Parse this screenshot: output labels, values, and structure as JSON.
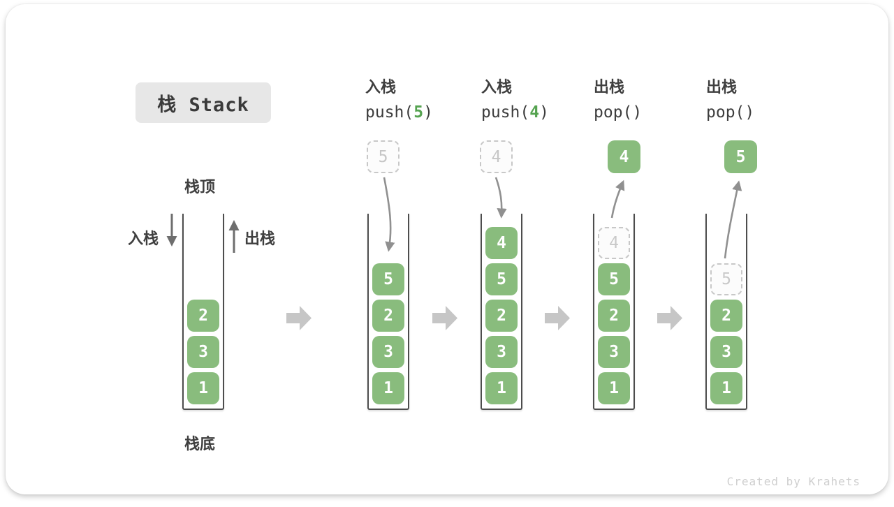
{
  "title": "栈 Stack",
  "watermark": "Created by Krahets",
  "labels": {
    "top": "栈顶",
    "bottom": "栈底",
    "push": "入栈",
    "pop": "出栈"
  },
  "operations": [
    {
      "label": "入栈",
      "code_pre": "push(",
      "code_arg": "5",
      "code_post": ")"
    },
    {
      "label": "入栈",
      "code_pre": "push(",
      "code_arg": "4",
      "code_post": ")"
    },
    {
      "label": "出栈",
      "code_pre": "pop(",
      "code_arg": "",
      "code_post": ")"
    },
    {
      "label": "出栈",
      "code_pre": "pop(",
      "code_arg": "",
      "code_post": ")"
    }
  ],
  "states": [
    {
      "name": "initial",
      "cells": [
        "2",
        "3",
        "1"
      ],
      "ghost": null,
      "floating": null
    },
    {
      "name": "after-push-5",
      "cells": [
        "5",
        "2",
        "3",
        "1"
      ],
      "ghost": null,
      "floating": {
        "value": "5",
        "style": "dashed"
      }
    },
    {
      "name": "after-push-4",
      "cells": [
        "4",
        "5",
        "2",
        "3",
        "1"
      ],
      "ghost": null,
      "floating": {
        "value": "4",
        "style": "dashed"
      }
    },
    {
      "name": "after-pop-4",
      "cells": [
        "5",
        "2",
        "3",
        "1"
      ],
      "ghost": "4",
      "floating": {
        "value": "4",
        "style": "solid"
      }
    },
    {
      "name": "after-pop-5",
      "cells": [
        "2",
        "3",
        "1"
      ],
      "ghost": "5",
      "floating": {
        "value": "5",
        "style": "solid"
      }
    }
  ],
  "colors": {
    "cell_green": "#89bc7d",
    "code_arg_green": "#55a350",
    "title_box_bg": "#e7e7e7",
    "dashed_border": "#c8c8c8",
    "wall_gray": "#4d4d4d",
    "flow_arrow_gray": "#c6c6c6",
    "motion_arrow_gray": "#909090",
    "watermark_gray": "#cfcfcf"
  }
}
